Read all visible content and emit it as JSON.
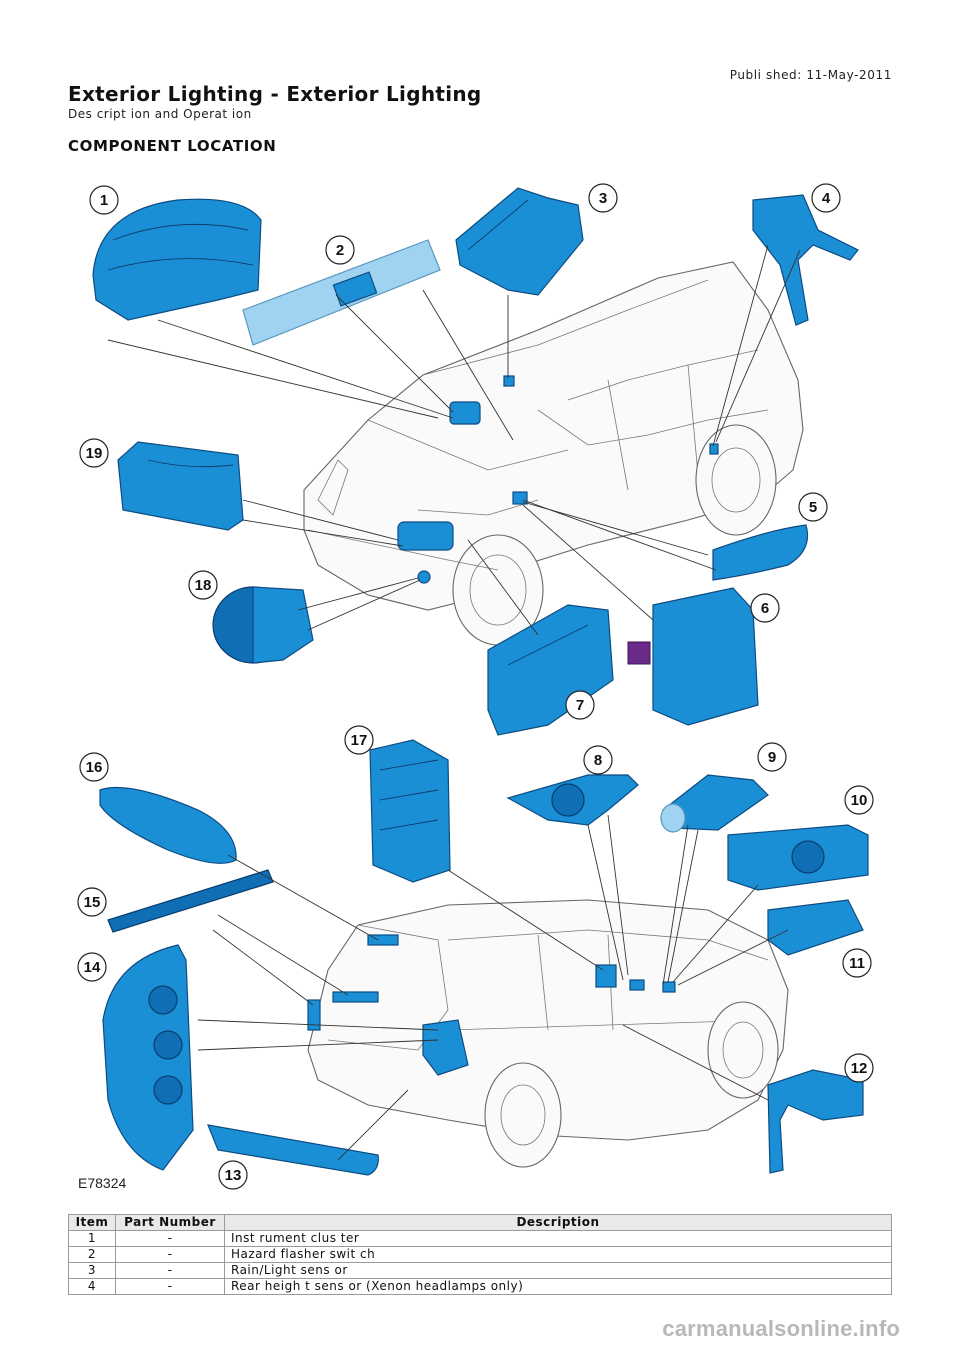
{
  "header": {
    "published": "Publi shed: 11-May-2011",
    "title": "Exterior Lighting - Exterior Lighting",
    "subtitle": "Des cript ion and Operat ion",
    "section": "COMPONENT LOCATION"
  },
  "figure": {
    "id": "E78324",
    "callouts": [
      "1",
      "2",
      "3",
      "4",
      "5",
      "6",
      "7",
      "8",
      "9",
      "10",
      "11",
      "12",
      "13",
      "14",
      "15",
      "16",
      "17",
      "18",
      "19"
    ]
  },
  "table": {
    "headers": [
      "Item",
      "Part Number",
      "Description"
    ],
    "rows": [
      {
        "item": "1",
        "part": "-",
        "desc": "Inst rument clus ter"
      },
      {
        "item": "2",
        "part": "-",
        "desc": "Hazard flasher swit ch"
      },
      {
        "item": "3",
        "part": "-",
        "desc": "Rain/Light sens or"
      },
      {
        "item": "4",
        "part": "-",
        "desc": "Rear heigh t sens or (Xenon headlamps only)"
      }
    ]
  },
  "watermark": "carmanualsonline.info",
  "colors": {
    "part_blue": "#1b8fd6",
    "part_dark": "#0f6eb4",
    "table_header_bg": "#e9e9e9"
  }
}
